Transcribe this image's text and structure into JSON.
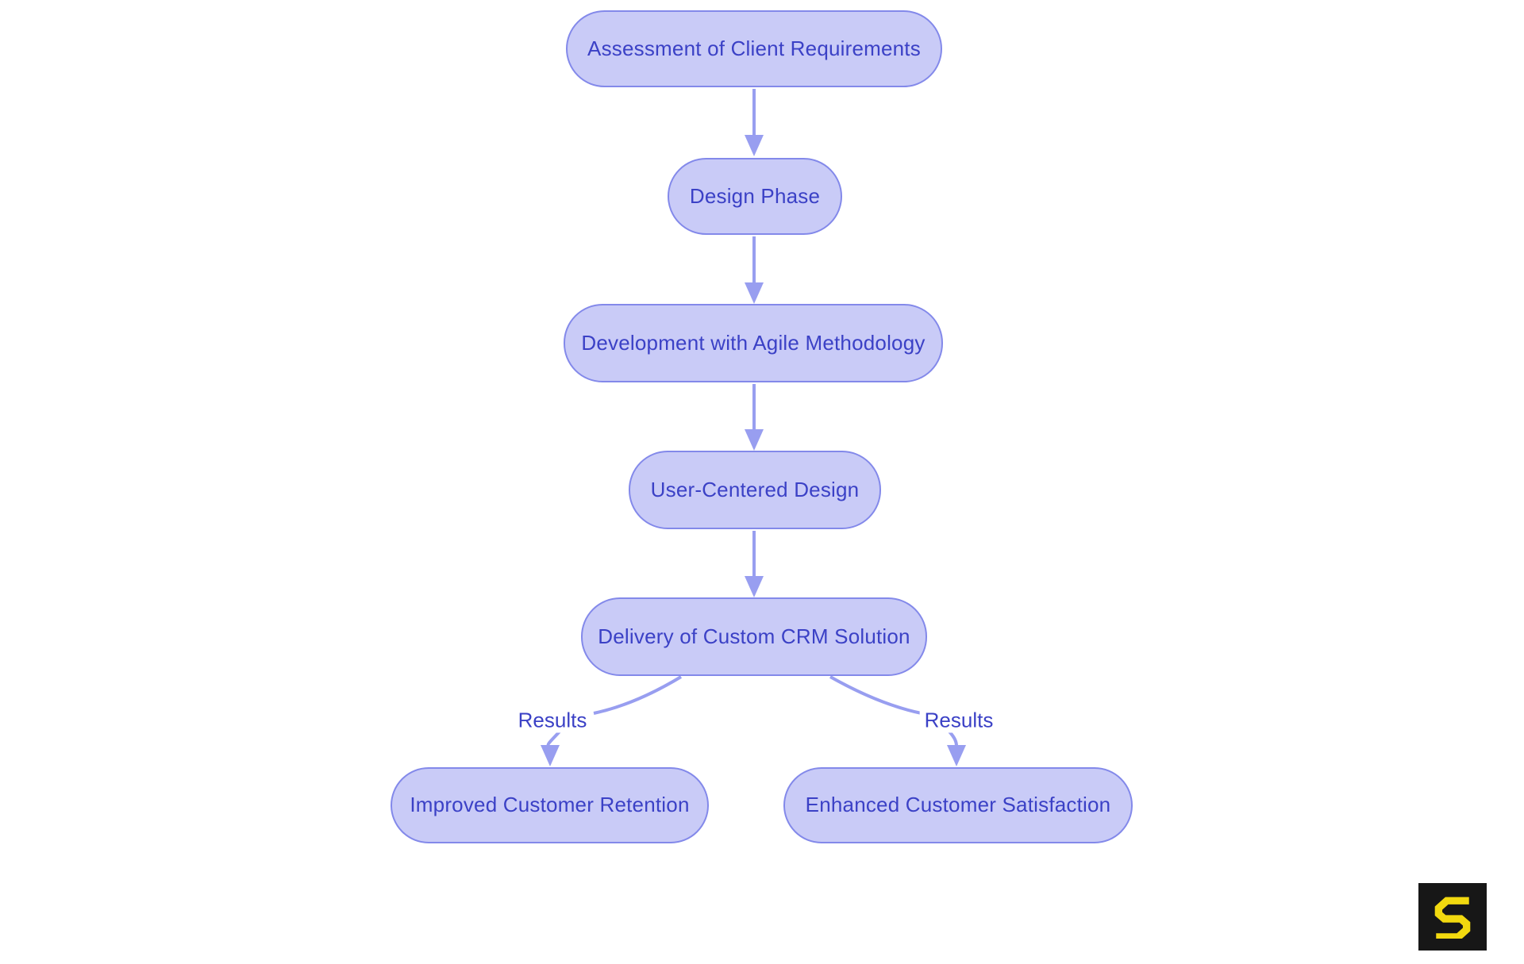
{
  "diagram": {
    "type": "flowchart",
    "direction": "top-down",
    "nodes": [
      {
        "id": "assessment",
        "label": "Assessment of Client Requirements"
      },
      {
        "id": "design",
        "label": "Design Phase"
      },
      {
        "id": "development",
        "label": "Development with Agile Methodology"
      },
      {
        "id": "ucd",
        "label": "User-Centered Design"
      },
      {
        "id": "delivery",
        "label": "Delivery of Custom CRM Solution"
      },
      {
        "id": "retention",
        "label": "Improved Customer Retention"
      },
      {
        "id": "satisfaction",
        "label": "Enhanced Customer Satisfaction"
      }
    ],
    "edges": [
      {
        "from": "assessment",
        "to": "design",
        "label": ""
      },
      {
        "from": "design",
        "to": "development",
        "label": ""
      },
      {
        "from": "development",
        "to": "ucd",
        "label": ""
      },
      {
        "from": "ucd",
        "to": "delivery",
        "label": ""
      },
      {
        "from": "delivery",
        "to": "retention",
        "label": "Results"
      },
      {
        "from": "delivery",
        "to": "satisfaction",
        "label": "Results"
      }
    ]
  },
  "colors": {
    "node_fill": "#c9cbf7",
    "node_border": "#8389ea",
    "edge_color": "#989ef0",
    "text_color": "#3b41c6",
    "canvas_bg": "#ffffff",
    "logo_bg": "#171717",
    "logo_glyph": "#f2d90f"
  },
  "logo": {
    "glyph": "S"
  }
}
